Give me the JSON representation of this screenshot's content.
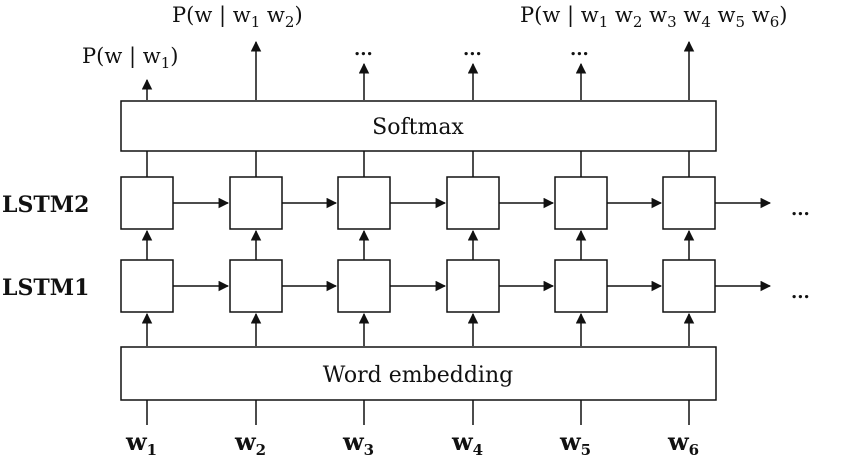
{
  "layers": {
    "softmax_label": "Softmax",
    "lstm2_label": "LSTM2",
    "lstm1_label": "LSTM1",
    "embedding_label": "Word embedding"
  },
  "inputs": [
    {
      "base": "w",
      "sub": "1"
    },
    {
      "base": "w",
      "sub": "2"
    },
    {
      "base": "w",
      "sub": "3"
    },
    {
      "base": "w",
      "sub": "4"
    },
    {
      "base": "w",
      "sub": "5"
    },
    {
      "base": "w",
      "sub": "6"
    }
  ],
  "outputs": {
    "out1": {
      "prefix": "P(w | w",
      "sub": "1",
      "suffix": ")"
    },
    "out2": {
      "prefix": "P(w | w",
      "sub1": "1",
      "mid": " w",
      "sub2": "2",
      "suffix": ")"
    },
    "ellipsis": "...",
    "out6": {
      "prefix": "P(w | w",
      "subs": [
        "1",
        "2",
        "3",
        "4",
        "5",
        "6"
      ],
      "sep": " w",
      "suffix": ")"
    }
  },
  "continuation": "..."
}
